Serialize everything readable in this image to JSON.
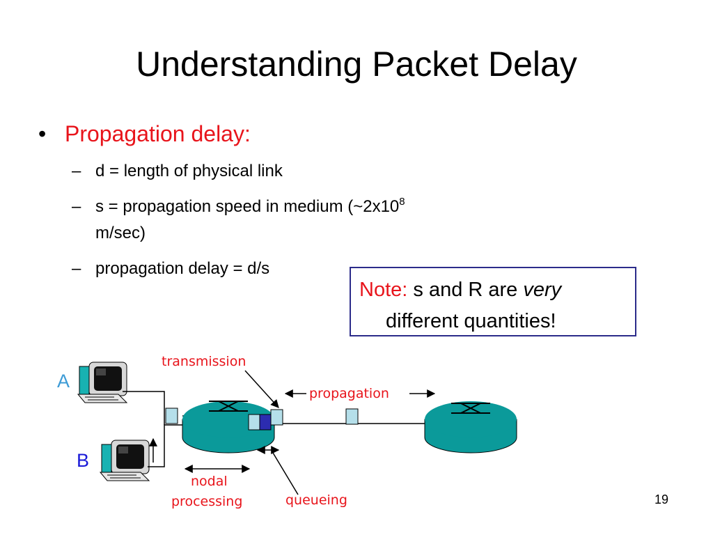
{
  "slide": {
    "title": "Understanding Packet Delay",
    "bullet": {
      "marker": "•",
      "label": "Propagation delay:",
      "items": [
        {
          "marker": "–",
          "text": "d = length of physical link"
        },
        {
          "marker": "–",
          "text": "s = propagation speed in medium (~2x10",
          "sup": "8",
          "text_cont": "m/sec)"
        },
        {
          "marker": "–",
          "text": "propagation delay = d/s"
        }
      ]
    },
    "note": {
      "prefix": "Note:",
      "text_a": " s and R are ",
      "emphasis": "very",
      "line2": "different quantities!"
    },
    "diagram": {
      "host_a": "A",
      "host_b": "B",
      "labels": {
        "transmission": "transmission",
        "propagation": "propagation",
        "nodal": "nodal",
        "processing": "processing",
        "queueing": "queueing"
      }
    },
    "page_number": "19"
  },
  "colors": {
    "accent_red": "#e8141b",
    "router_teal": "#0b9a9a",
    "note_border": "#2b2b8a",
    "host_label_a": "#3d9bd6",
    "host_label_b": "#1a1ad8"
  }
}
